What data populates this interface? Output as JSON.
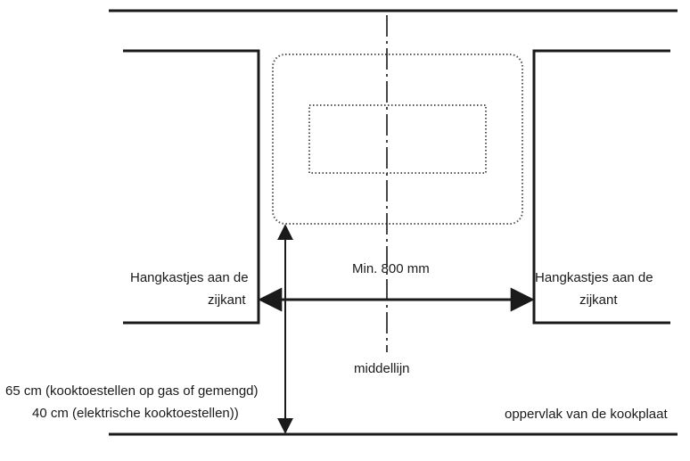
{
  "labels": {
    "cabinet_left_line1": "Hangkastjes aan de",
    "cabinet_left_line2": "zijkant",
    "cabinet_right_line1": "Hangkastjes aan de",
    "cabinet_right_line2": "zijkant",
    "min_width": "Min. 800 mm",
    "centerline": "middellijn",
    "height_gas": "65 cm (kooktoestellen op gas of gemengd)",
    "height_electric": "40 cm (elektrische kooktoestellen))",
    "hob_surface": "oppervlak van de kookplaat"
  },
  "colors": {
    "line": "#1a1a1a",
    "dotted": "#555555"
  }
}
